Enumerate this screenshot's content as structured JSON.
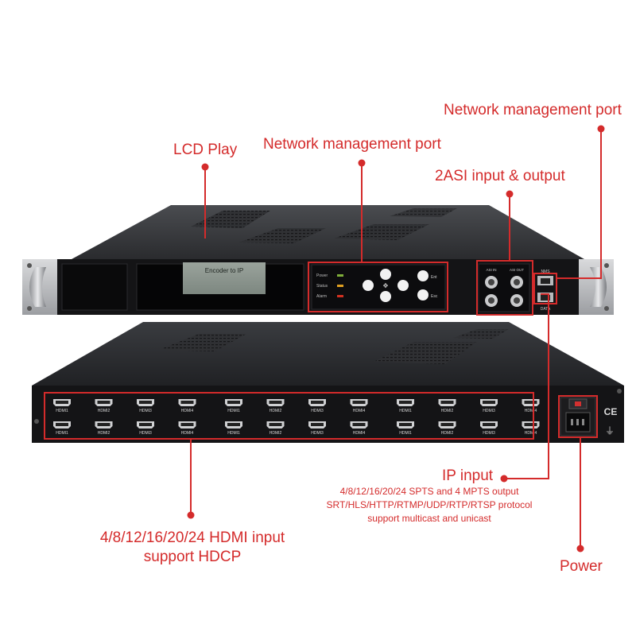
{
  "callouts": {
    "network_mgmt_right": "Network management port",
    "lcd_play": "LCD Play",
    "network_mgmt_center": "Network management port",
    "asi_io": "2ASI input & output",
    "ip_input": "IP input",
    "ip_desc_1": "4/8/12/16/20/24 SPTS and 4 MPTS output",
    "ip_desc_2": "SRT/HLS/HTTP/RTMP/UDP/RTP/RTSP protocol",
    "ip_desc_3": "support multicast and unicast",
    "hdmi_input_1": "4/8/12/16/20/24 HDMI input",
    "hdmi_input_2": "support HDCP",
    "power": "Power"
  },
  "front_panel": {
    "lcd_text": "Encoder to IP",
    "leds": [
      {
        "label": "Power",
        "color": "#7fae3a"
      },
      {
        "label": "Status",
        "color": "#e0a020"
      },
      {
        "label": "Alarm",
        "color": "#d03020"
      }
    ],
    "keys": [
      "Ent",
      "Esc"
    ],
    "asi_in_label": "ASI IN",
    "asi_out_label": "ASI OUT",
    "nms_label": "NMS",
    "data_label": "DATA"
  },
  "rear_panel": {
    "top_row_ports": [
      "HDMI1",
      "HDMI2",
      "HDMI3",
      "HDMI4",
      "HDMI1",
      "HDMI2",
      "HDMI3",
      "HDMI4",
      "HDMI1",
      "HDMI2",
      "HDMI3",
      "HDMI4"
    ],
    "bottom_row_ports": [
      "HDMI1",
      "HDMI2",
      "HDMI3",
      "HDMI4",
      "HDMI1",
      "HDMI2",
      "HDMI3",
      "HDMI4",
      "HDMI1",
      "HDMI2",
      "HDMI3",
      "HDMI4"
    ],
    "ce_mark": "CE"
  },
  "colors": {
    "accent": "#d42b2b",
    "chassis": "#1b1c1e",
    "panel": "#0e0e10"
  }
}
